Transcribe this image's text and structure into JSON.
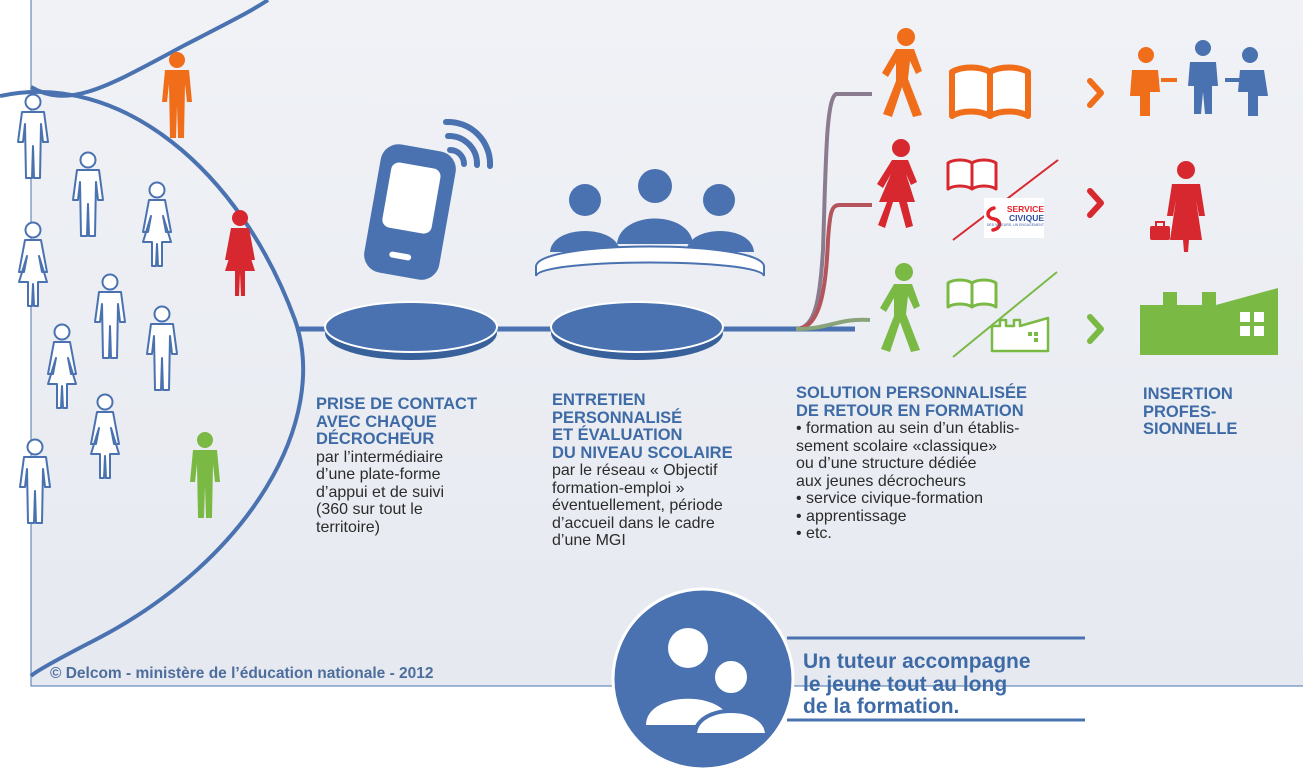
{
  "colors": {
    "blue": "#4a72b0",
    "orange": "#f06d1a",
    "red": "#d8282f",
    "green": "#7ab943",
    "heading": "#3e6ba6"
  },
  "steps": [
    {
      "heading": [
        "PRISE DE CONTACT",
        "AVEC CHAQUE",
        "DÉCROCHEUR"
      ],
      "body": [
        "par l’intermédiaire",
        "d’une plate-forme",
        "d’appui et de suivi",
        "(360 sur tout le",
        "territoire)"
      ]
    },
    {
      "heading": [
        "ENTRETIEN",
        "PERSONNALISÉ",
        "ET ÉVALUATION",
        "DU NIVEAU SCOLAIRE"
      ],
      "body": [
        "par le réseau « Objectif",
        "formation-emploi »",
        "éventuellement, période",
        "d’accueil dans le cadre",
        "d’une MGI"
      ]
    },
    {
      "heading": [
        "SOLUTION PERSONNALISÉE",
        "DE RETOUR EN FORMATION"
      ],
      "body": [
        "• formation au sein d’un établis-",
        "sement scolaire «classique»",
        "ou d’une structure dédiée",
        "aux jeunes décrocheurs",
        "• service civique-formation",
        "• apprentissage",
        "• etc."
      ]
    },
    {
      "heading": [
        "INSERTION",
        "PROFES-",
        "SIONNELLE"
      ],
      "body": []
    }
  ],
  "service_civique": {
    "line1": "SERVICE",
    "line2": "CIVIQUE",
    "tagline": "DES VALEURS, UN ENGAGEMENT"
  },
  "tutor_note": [
    "Un tuteur accompagne",
    "le jeune tout au long",
    "de la formation."
  ],
  "copyright": "© Delcom - ministère de l’éducation nationale - 2012",
  "icons": {
    "crowd": "person-outline-icon",
    "phone": "mobile-phone-icon",
    "meeting": "meeting-icon",
    "book": "book-icon",
    "factory": "factory-icon",
    "arrow": "chevron-right-icon",
    "tutor": "tutor-icon"
  }
}
